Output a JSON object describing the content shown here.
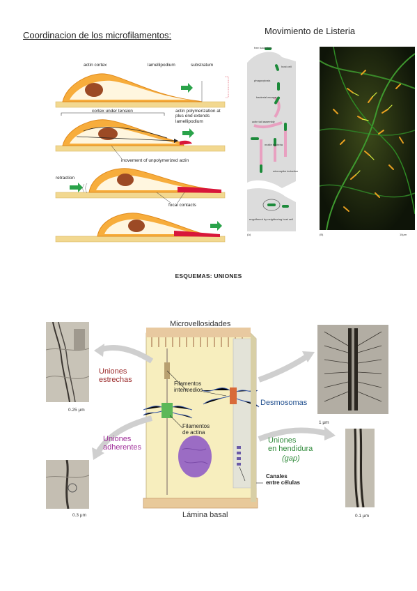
{
  "section1": {
    "title": "Coordinacion de los microfilamentos:",
    "labels": {
      "actin_cortex": "actin cortex",
      "lamellipodium": "lamellipodium",
      "substratum": "substratum",
      "cortex_tension": "cortex under tension",
      "actin_polymerization": "actin polymerization at\nplus end extends\nlamellipodium",
      "movement": "movement of unpolymerized actin",
      "retraction": "retraction",
      "focal_contacts": "focal contacts"
    }
  },
  "section2": {
    "title": "Movimiento de Listeria",
    "labels": {
      "free_bacterium": "free bacterium",
      "host_cell": "host cell",
      "phagocytosis": "phagocytosis",
      "bacterial_escape": "bacterial escape",
      "actin_tail": "actin tail assembly",
      "motile_bacteria": "motile bacteria",
      "microspike": "microspike induction",
      "engulfment": "engulfment by neighboring host cell",
      "panel_a": "(A)",
      "panel_b": "(B)",
      "scale": "10μm"
    }
  },
  "section3": {
    "title": "ESQUEMAS: UNIONES",
    "labels": {
      "microvellosidades": "Microvellosidades",
      "uniones_estrechas": "Uniones\nestrechas",
      "filamentos_intermedios": "Filamentos\nintermedios",
      "desmosomas": "Desmosomas",
      "filamentos_actina": "Filamentos\nde actina",
      "uniones_adherentes": "Uniones\nadherentes",
      "uniones_hendidura": "Uniones\nen hendidura",
      "gap": "(gap)",
      "canales": "Canales\nentre células",
      "lamina_basal": "Lámina basal",
      "scale1": "0.25 μm",
      "scale2": "0.3 μm",
      "scale3": "1 μm",
      "scale4": "0.1 μm"
    },
    "colors": {
      "estrechas": "#9b2a2a",
      "adherentes": "#a0309a",
      "desmosomas": "#22508f",
      "hendidura": "#2f8a3a"
    }
  }
}
